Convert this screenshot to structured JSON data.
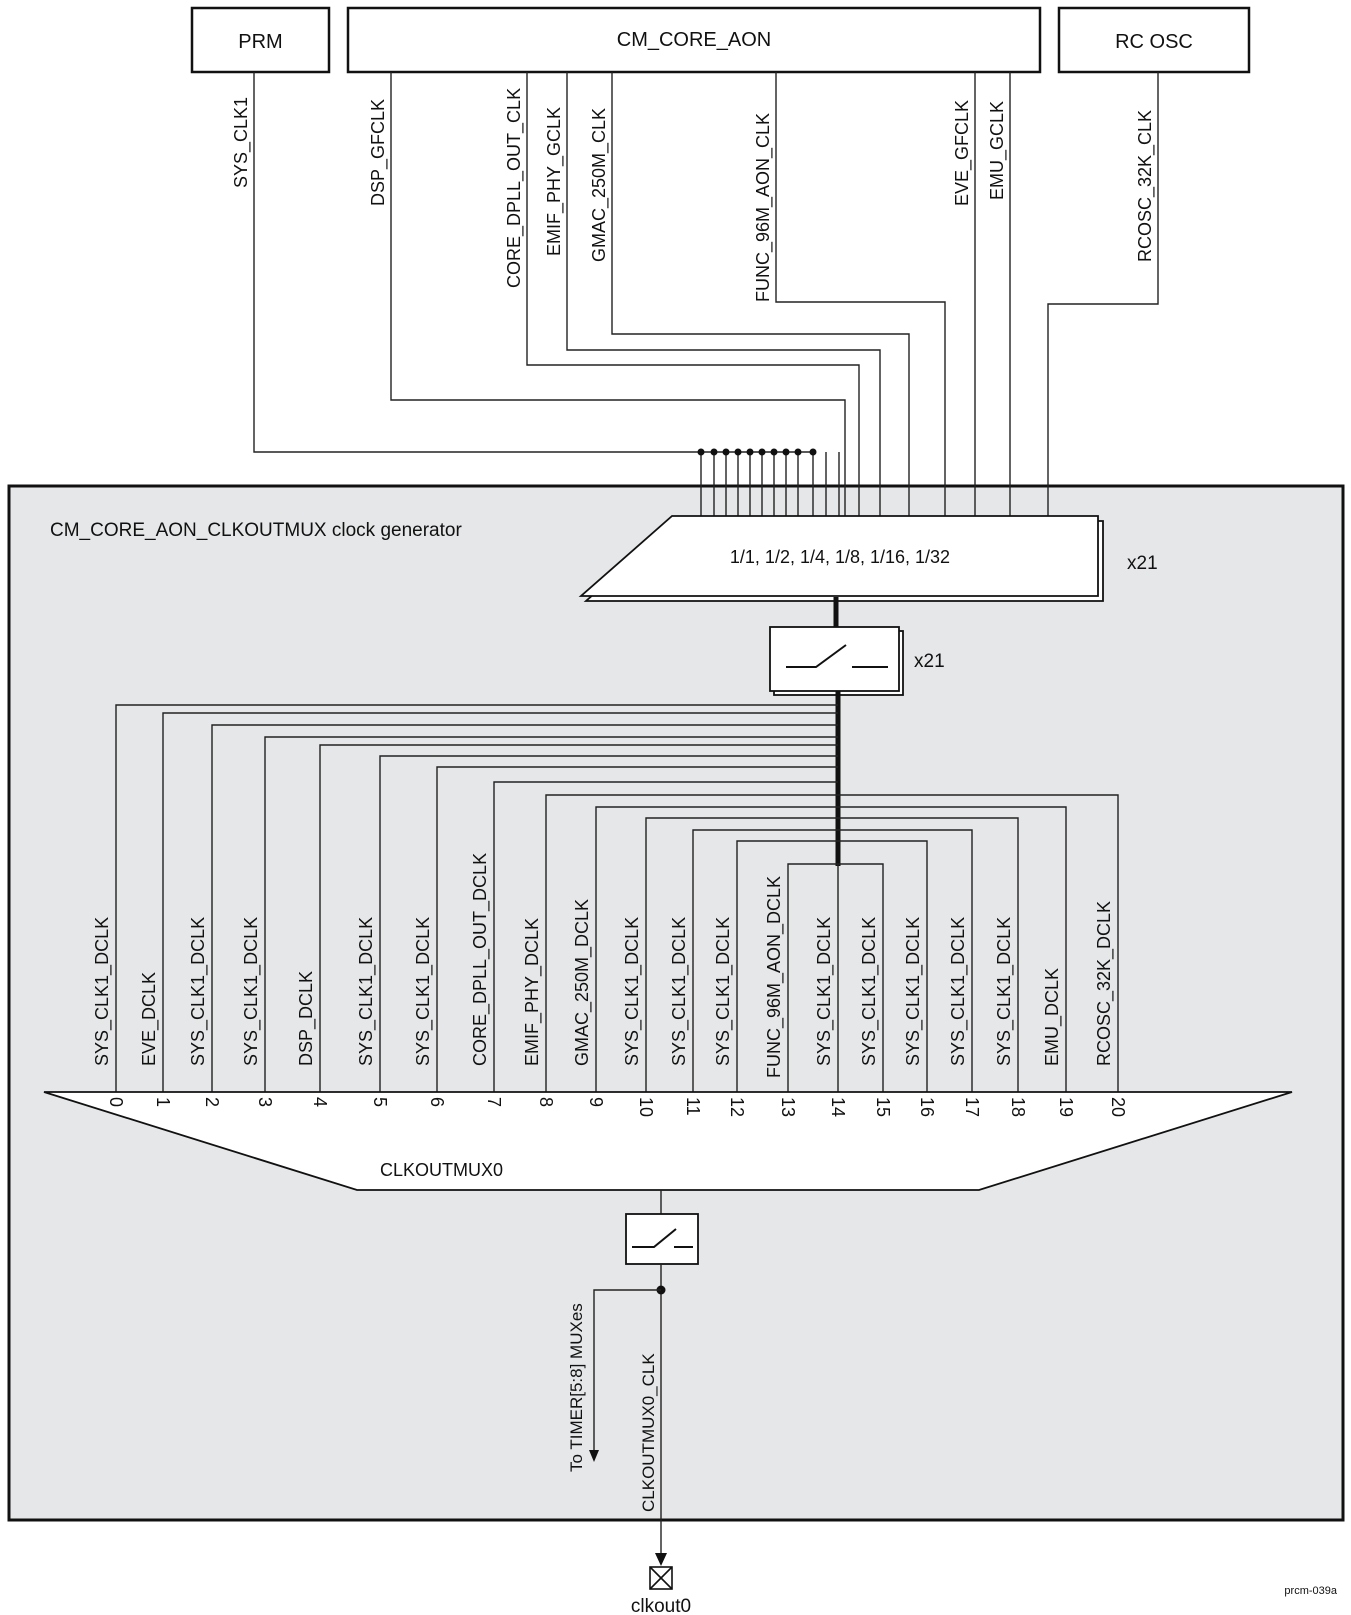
{
  "blocks": {
    "prm": "PRM",
    "cm_core_aon": "CM_CORE_AON",
    "rc_osc": "RC OSC"
  },
  "source_clocks": {
    "sys_clk1": "SYS_CLK1",
    "dsp_gfclk": "DSP_GFCLK",
    "core_dpll_out_clk": "CORE_DPLL_OUT_CLK",
    "emif_phy_gclk": "EMIF_PHY_GCLK",
    "gmac_250m_clk": "GMAC_250M_CLK",
    "func_96m_aon_clk": "FUNC_96M_AON_CLK",
    "eve_gfclk": "EVE_GFCLK",
    "emu_gclk": "EMU_GCLK",
    "rcosc_32k_clk": "RCOSC_32K_CLK"
  },
  "generator": {
    "title": "CM_CORE_AON_CLKOUTMUX clock generator",
    "divider_label": "1/1, 1/2, 1/4, 1/8, 1/16, 1/32",
    "divider_count": "x21",
    "gate_count": "x21"
  },
  "mux": {
    "name": "CLKOUTMUX0",
    "inputs": [
      {
        "index": "0",
        "label": "SYS_CLK1_DCLK"
      },
      {
        "index": "1",
        "label": "EVE_DCLK"
      },
      {
        "index": "2",
        "label": "SYS_CLK1_DCLK"
      },
      {
        "index": "3",
        "label": "SYS_CLK1_DCLK"
      },
      {
        "index": "4",
        "label": "DSP_DCLK"
      },
      {
        "index": "5",
        "label": "SYS_CLK1_DCLK"
      },
      {
        "index": "6",
        "label": "SYS_CLK1_DCLK"
      },
      {
        "index": "7",
        "label": "CORE_DPLL_OUT_DCLK"
      },
      {
        "index": "8",
        "label": "EMIF_PHY_DCLK"
      },
      {
        "index": "9",
        "label": "GMAC_250M_DCLK"
      },
      {
        "index": "10",
        "label": "SYS_CLK1_DCLK"
      },
      {
        "index": "11",
        "label": "SYS_CLK1_DCLK"
      },
      {
        "index": "12",
        "label": "SYS_CLK1_DCLK"
      },
      {
        "index": "13",
        "label": "FUNC_96M_AON_DCLK"
      },
      {
        "index": "14",
        "label": "SYS_CLK1_DCLK"
      },
      {
        "index": "15",
        "label": "SYS_CLK1_DCLK"
      },
      {
        "index": "16",
        "label": "SYS_CLK1_DCLK"
      },
      {
        "index": "17",
        "label": "SYS_CLK1_DCLK"
      },
      {
        "index": "18",
        "label": "SYS_CLK1_DCLK"
      },
      {
        "index": "19",
        "label": "EMU_DCLK"
      },
      {
        "index": "20",
        "label": "RCOSC_32K_DCLK"
      }
    ]
  },
  "outputs": {
    "timer_label": "To TIMER[5:8] MUXes",
    "clk_label": "CLKOUTMUX0_CLK",
    "pin_label": "clkout0"
  },
  "figure_id": "prcm-039a"
}
